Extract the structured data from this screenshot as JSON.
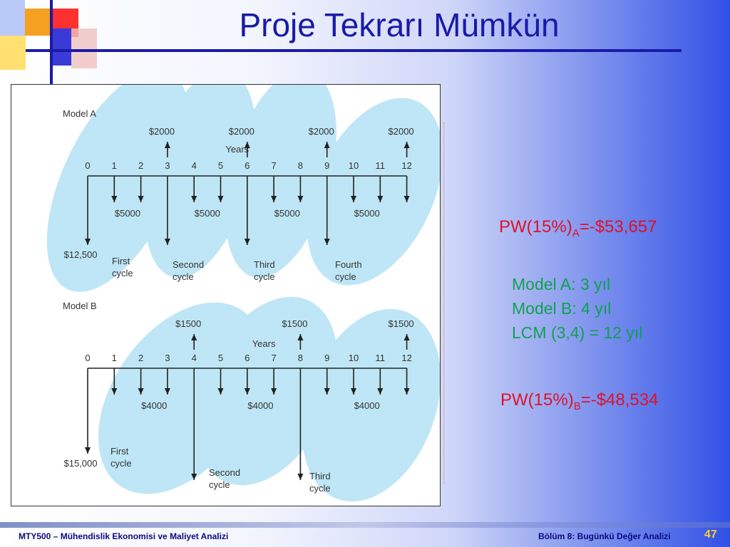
{
  "slide": {
    "title": "Proje Tekrarı Mümkün",
    "pw_a": {
      "prefix": "PW(15%)",
      "sub": "A",
      "suffix": "=-$53,657"
    },
    "pw_b": {
      "prefix": "PW(15%)",
      "sub": "B",
      "suffix": "=-$48,534"
    },
    "info_lines": [
      "Model A: 3 yıl",
      "Model B: 4 yıl",
      "LCM (3,4) = 12 yıl"
    ],
    "footer_left": "MTY500 – Mühendislik Ekonomisi ve Maliyet Analizi",
    "footer_right": "Bölüm 8: Bugünkü Değer Analizi",
    "page_number": "47",
    "colors": {
      "title": "#1a1aa8",
      "pw": "#e0102a",
      "info": "#10a050",
      "blob": "#bfe6f6",
      "page_number": "#f4d030"
    }
  },
  "diagram": {
    "years": [
      "0",
      "1",
      "2",
      "3",
      "4",
      "5",
      "6",
      "7",
      "8",
      "9",
      "10",
      "11",
      "12"
    ],
    "model_a": {
      "label": "Model A",
      "years_label": "Years",
      "initial_cost": "$12,500",
      "initial_year": 0,
      "outflow_label": "$5000",
      "outflow_years": [
        1,
        2,
        3,
        4,
        5,
        6,
        7,
        8,
        9,
        10,
        11,
        12
      ],
      "outflow_label_years": [
        1.5,
        4.5,
        7.5,
        10.5
      ],
      "inflow_label": "$2000",
      "inflow_years": [
        3,
        6,
        9,
        12
      ],
      "reinvest_years": [
        3,
        6,
        9
      ],
      "cycles": [
        "First\ncycle",
        "Second\ncycle",
        "Third\ncycle",
        "Fourth\ncycle"
      ]
    },
    "model_b": {
      "label": "Model B",
      "years_label": "Years",
      "initial_cost": "$15,000",
      "initial_year": 0,
      "outflow_label": "$4000",
      "outflow_years": [
        1,
        2,
        3,
        4,
        5,
        6,
        7,
        8,
        9,
        10,
        11,
        12
      ],
      "outflow_label_years": [
        2.5,
        6.5,
        10.5
      ],
      "inflow_label": "$1500",
      "inflow_years": [
        4,
        8,
        12
      ],
      "reinvest_years": [
        4,
        8
      ],
      "cycles": [
        "First\ncycle",
        "Second\ncycle",
        "Third\ncycle"
      ]
    }
  }
}
